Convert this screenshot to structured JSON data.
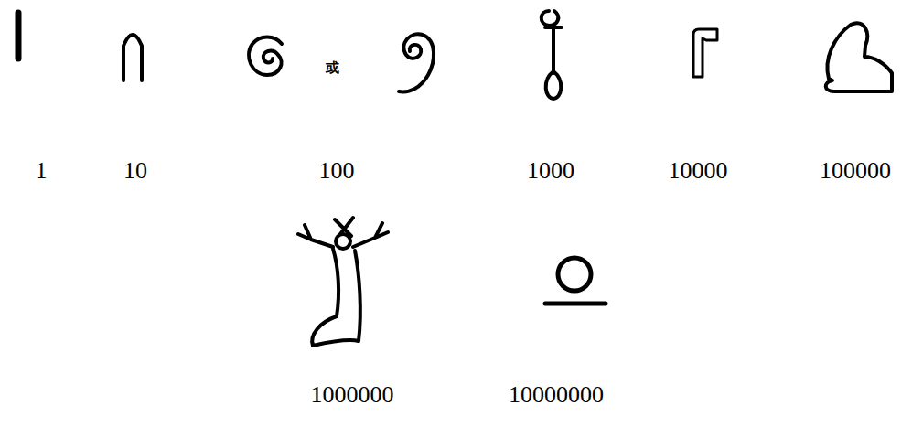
{
  "diagram": {
    "labels": [
      "或",
      "1",
      "10",
      "100",
      "1000",
      "10000",
      "100000",
      "1000000",
      "10000000"
    ]
  }
}
